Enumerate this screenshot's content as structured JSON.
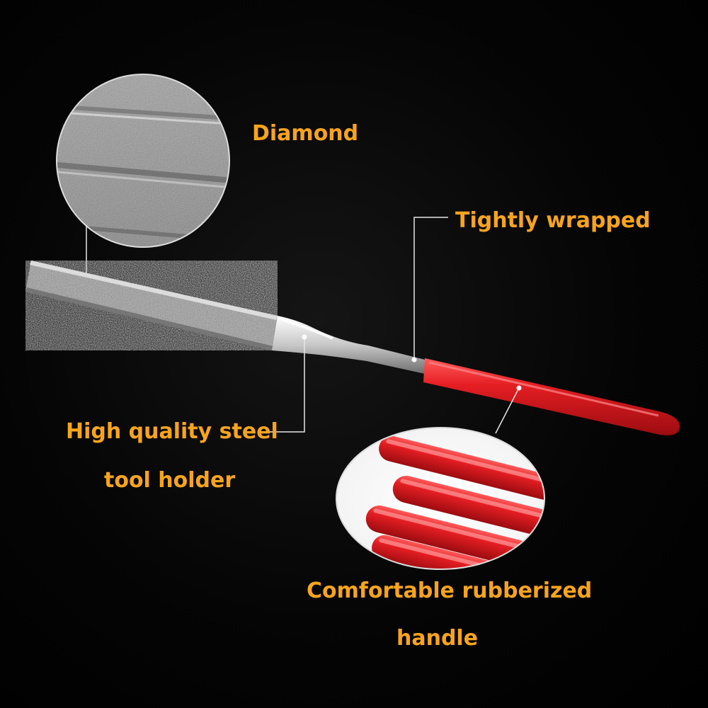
{
  "colors": {
    "background": "#000000",
    "label": "#f7a41d",
    "handle_red": "#e01a1e",
    "steel": "#c9c9c9",
    "leader_line": "#e6e6e6"
  },
  "labels": {
    "diamond": "Diamond",
    "tightly_wrapped": "Tightly wrapped",
    "steel_holder_line1": "High quality steel",
    "steel_holder_line2": "tool holder",
    "handle_line1": "Comfortable rubberized",
    "handle_line2": "handle"
  }
}
